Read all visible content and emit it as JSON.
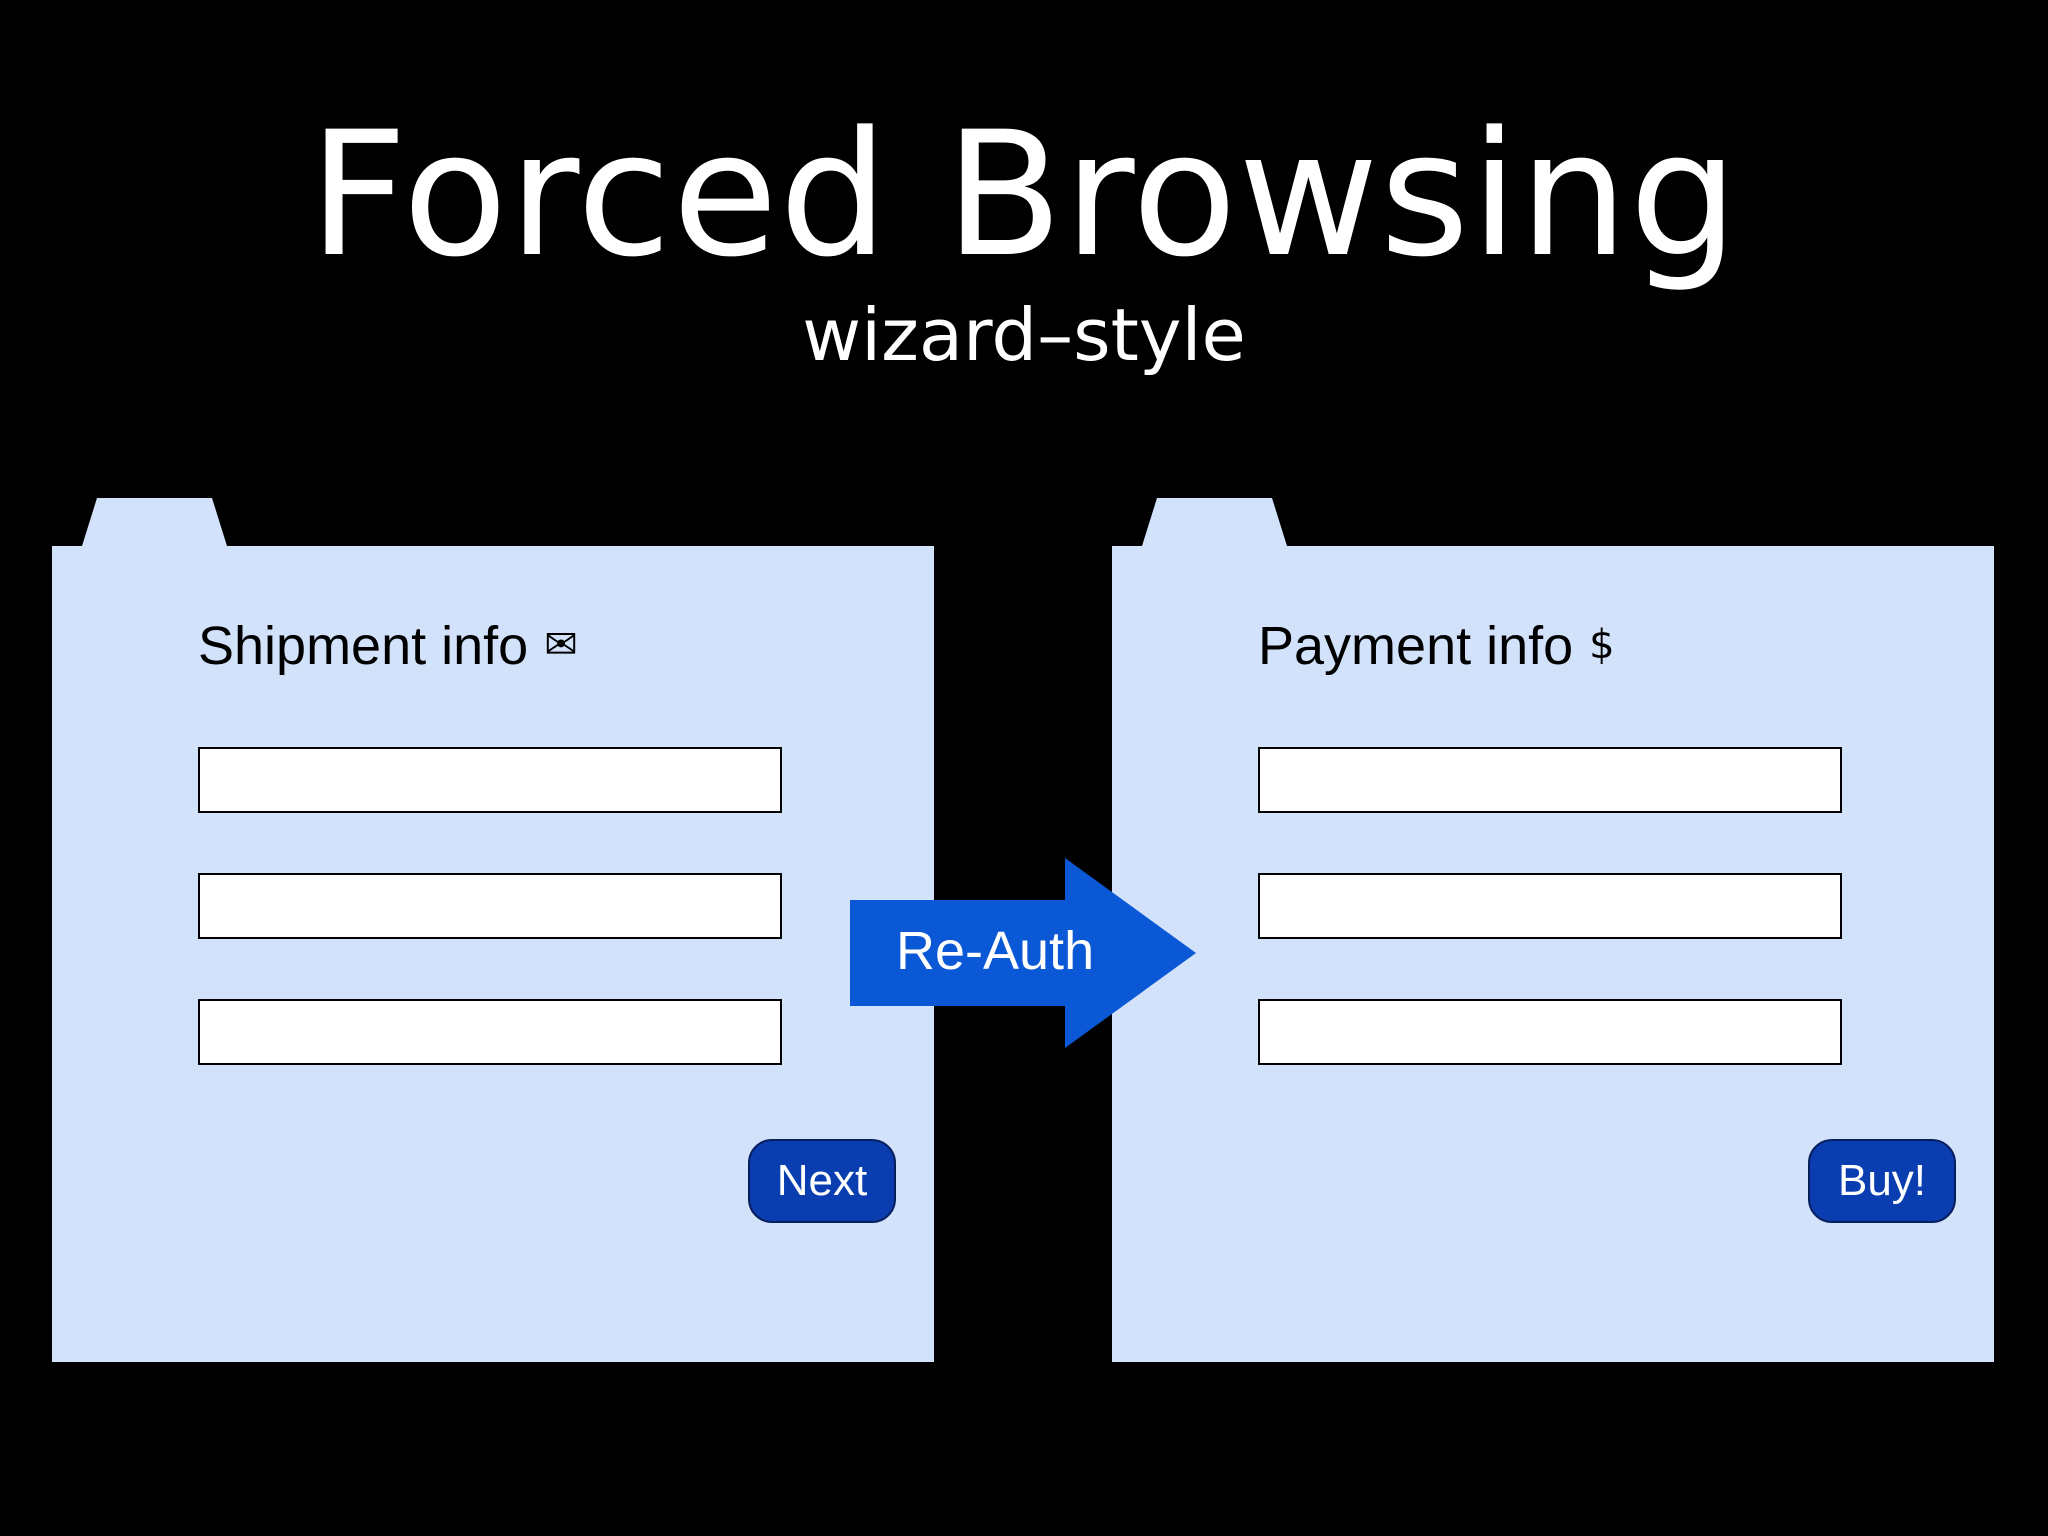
{
  "slide": {
    "title": "Forced Browsing",
    "subtitle": "wizard–style"
  },
  "panels": [
    {
      "title": "Shipment info",
      "icon": "envelope-icon",
      "icon_glyph": "✉",
      "button_label": "Next"
    },
    {
      "title": "Payment info",
      "icon": "dollar-icon",
      "icon_glyph": "$",
      "button_label": "Buy!"
    }
  ],
  "arrow": {
    "label": "Re-Auth"
  },
  "colors": {
    "background": "#000000",
    "panel": "#d3e2fb",
    "button": "#0a3eb0",
    "arrow": "#0a58d6",
    "text_light": "#ffffff",
    "text_dark": "#000000"
  }
}
